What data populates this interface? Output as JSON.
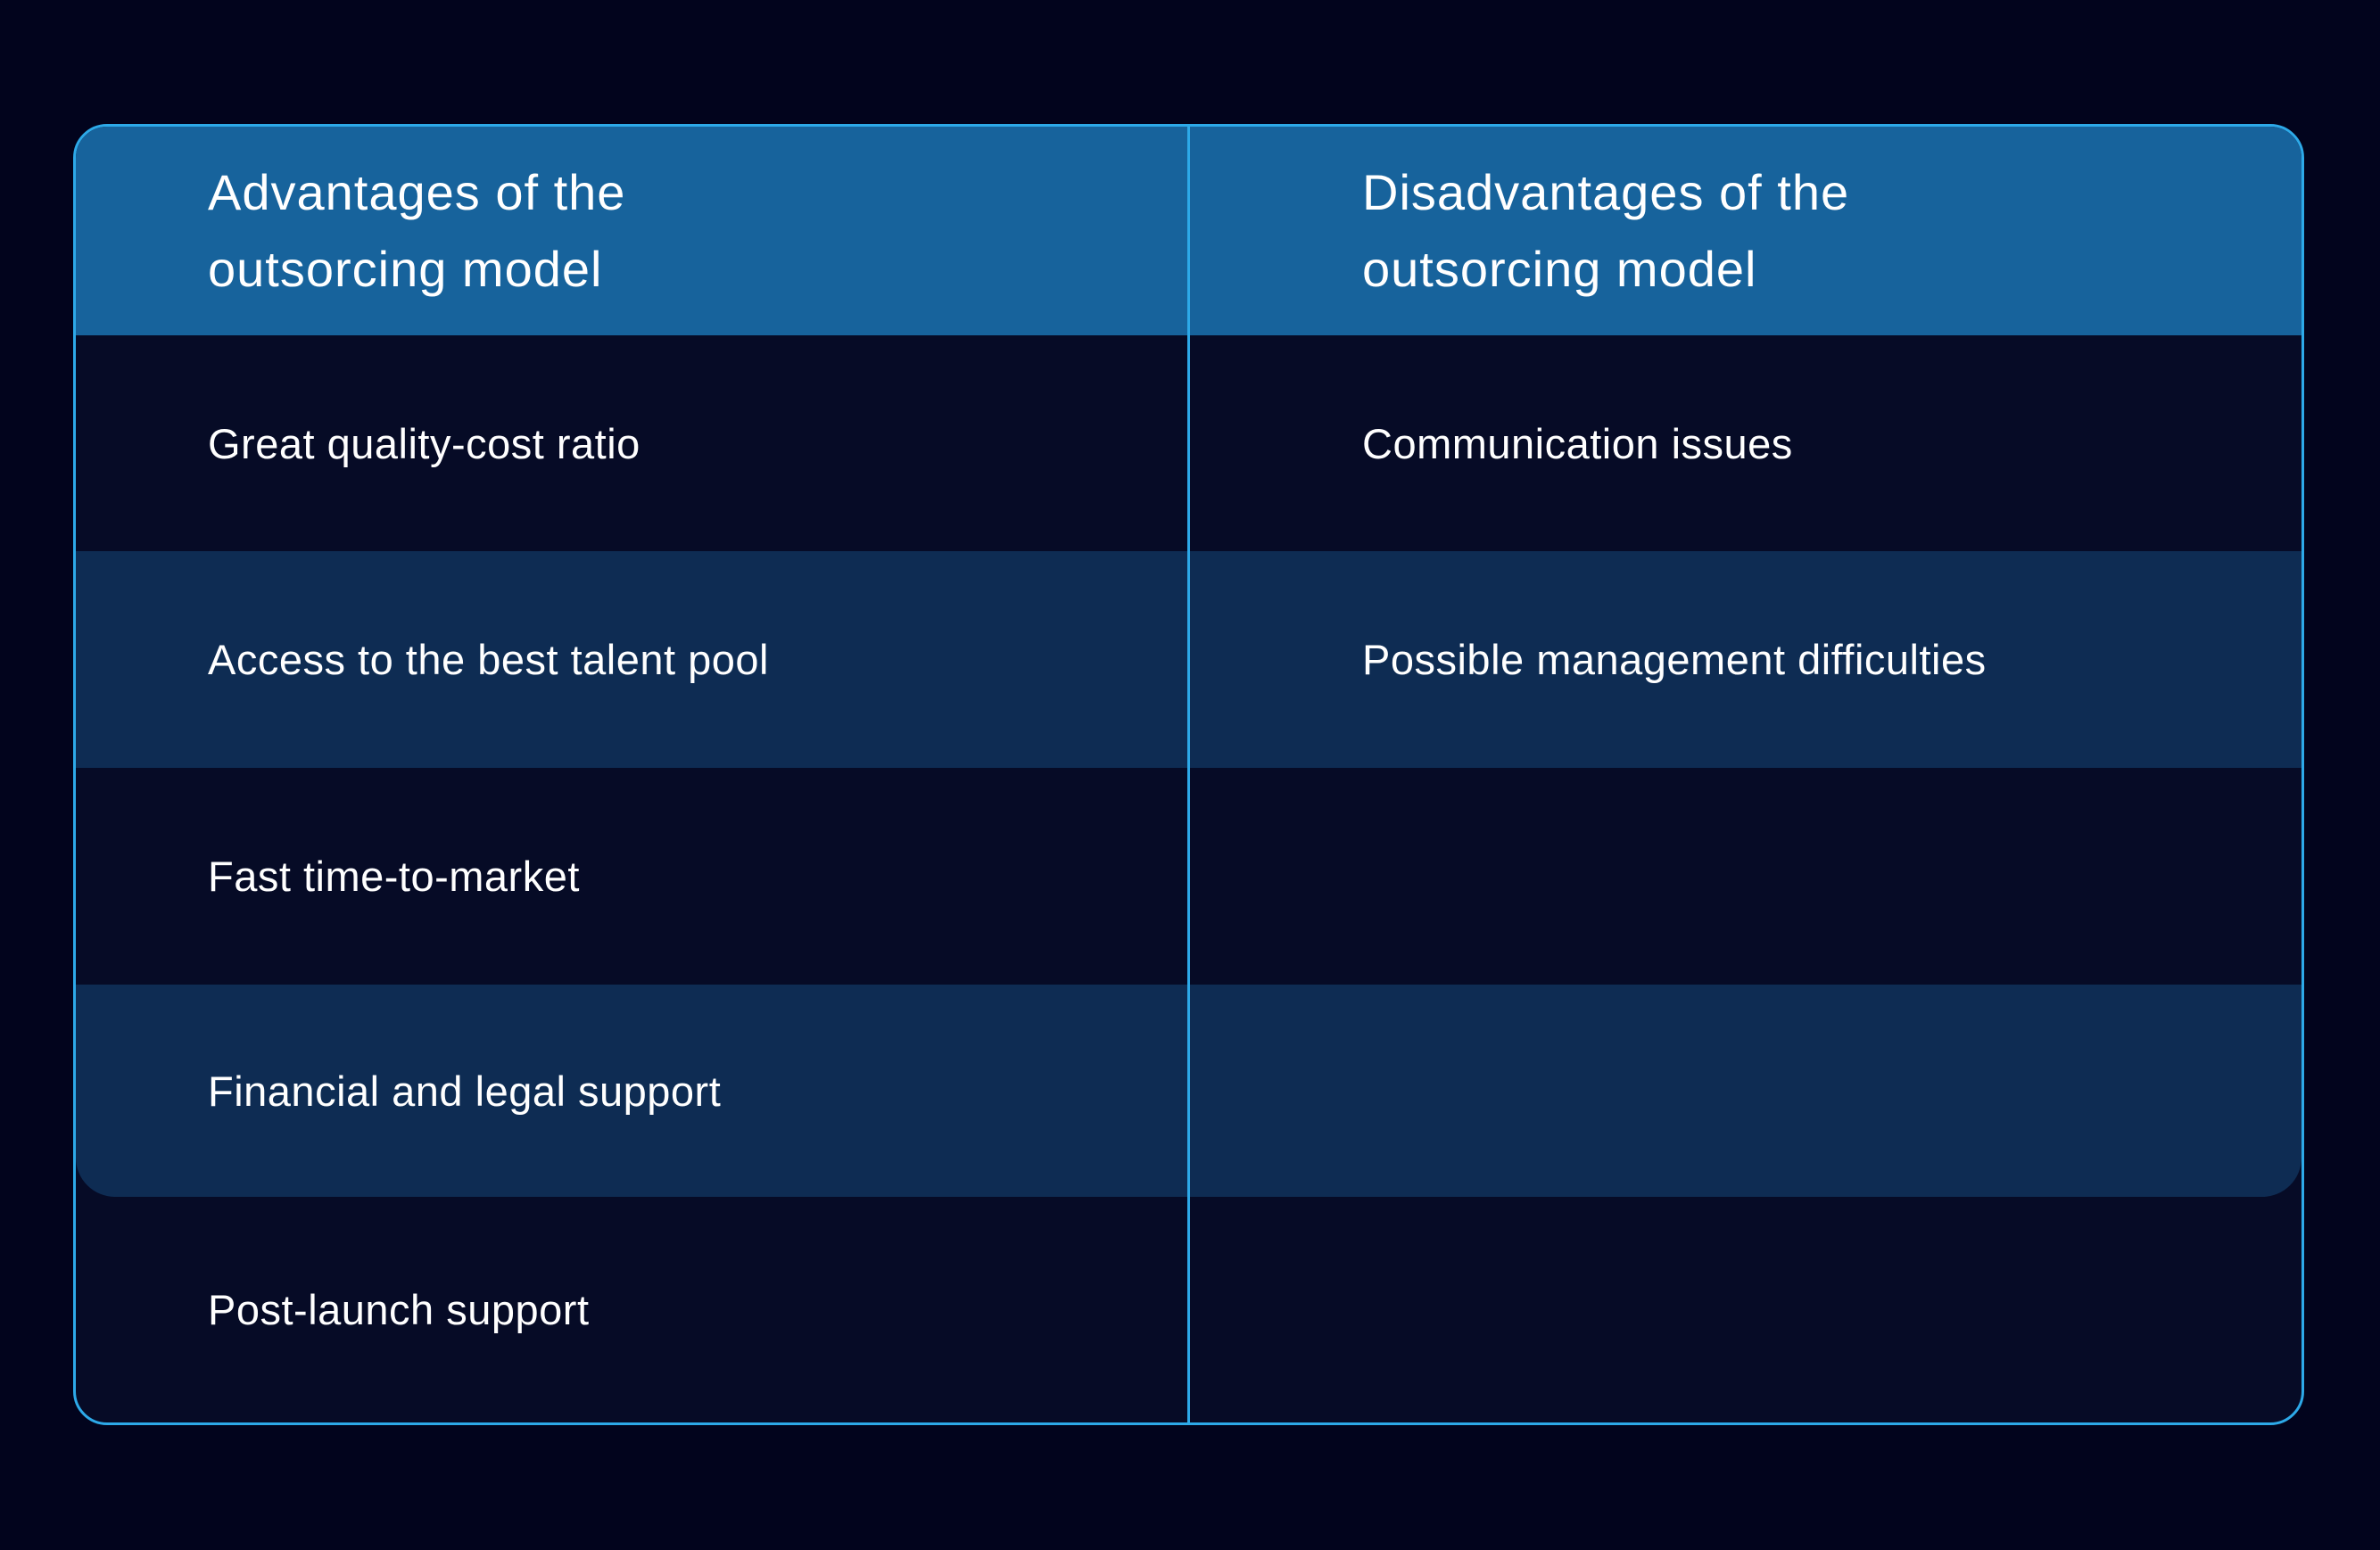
{
  "theme": {
    "page_bg": "#02041d",
    "table_border": "#2da9e8",
    "header_bg": "#17639c",
    "row_dark_bg": "#060b26",
    "row_light_bg": "#0e2c53",
    "text_color": "#ffffff"
  },
  "chart_data": {
    "type": "table",
    "title": "",
    "columns": [
      "Advantages of the\noutsorcing model",
      "Disadvantages of the\noutsorcing model"
    ],
    "rows": [
      [
        "Great quality-cost ratio",
        "Communication issues"
      ],
      [
        "Access to the best talent pool",
        "Possible management difficulties"
      ],
      [
        "Fast time-to-market",
        ""
      ],
      [
        "Financial and legal support",
        ""
      ],
      [
        "Post-launch support",
        ""
      ]
    ],
    "layout_hints": {
      "zebra_striping": true,
      "header_position": "top",
      "column_divider": "full-height vertical line",
      "last_light_band_rounded_bottom": true
    }
  }
}
